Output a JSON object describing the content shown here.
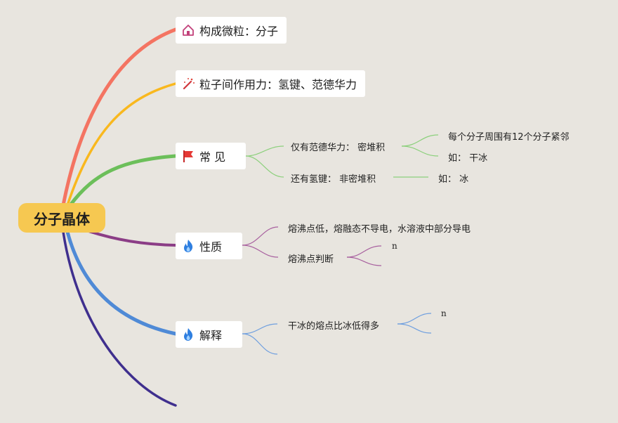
{
  "root": {
    "label": "分子晶体"
  },
  "topics": [
    {
      "label": "构成微粒：分子",
      "icon": "home-icon",
      "color": "#f47462"
    },
    {
      "label": "粒子间作用力：氢键、范德华力",
      "icon": "magic-wand-icon",
      "color": "#f9b81e"
    },
    {
      "label": "常  见",
      "icon": "flag-icon",
      "color": "#6cbf5a"
    },
    {
      "label": "性质",
      "icon": "fire-icon",
      "color": "#8b3d86"
    },
    {
      "label": "解释",
      "icon": "fire-icon",
      "color": "#4f8ad6"
    },
    {
      "label": "",
      "icon": "",
      "color": "#3f2f8e"
    }
  ],
  "common": {
    "only_vdw": "仅有范德华力： 密堆积",
    "only_vdw_children": [
      "每个分子周围有12个分子紧邻",
      "如： 干冰"
    ],
    "with_hbond": "还有氢键： 非密堆积",
    "with_hbond_children": [
      "如： 冰"
    ]
  },
  "properties": {
    "low_mp": "熔沸点低，熔融态不导电，水溶液中部分导电",
    "judge": "熔沸点判断",
    "judge_children": [
      "n"
    ]
  },
  "explain": {
    "dry_ice": "干冰的熔点比冰低得多",
    "dry_ice_children": [
      "n"
    ]
  }
}
